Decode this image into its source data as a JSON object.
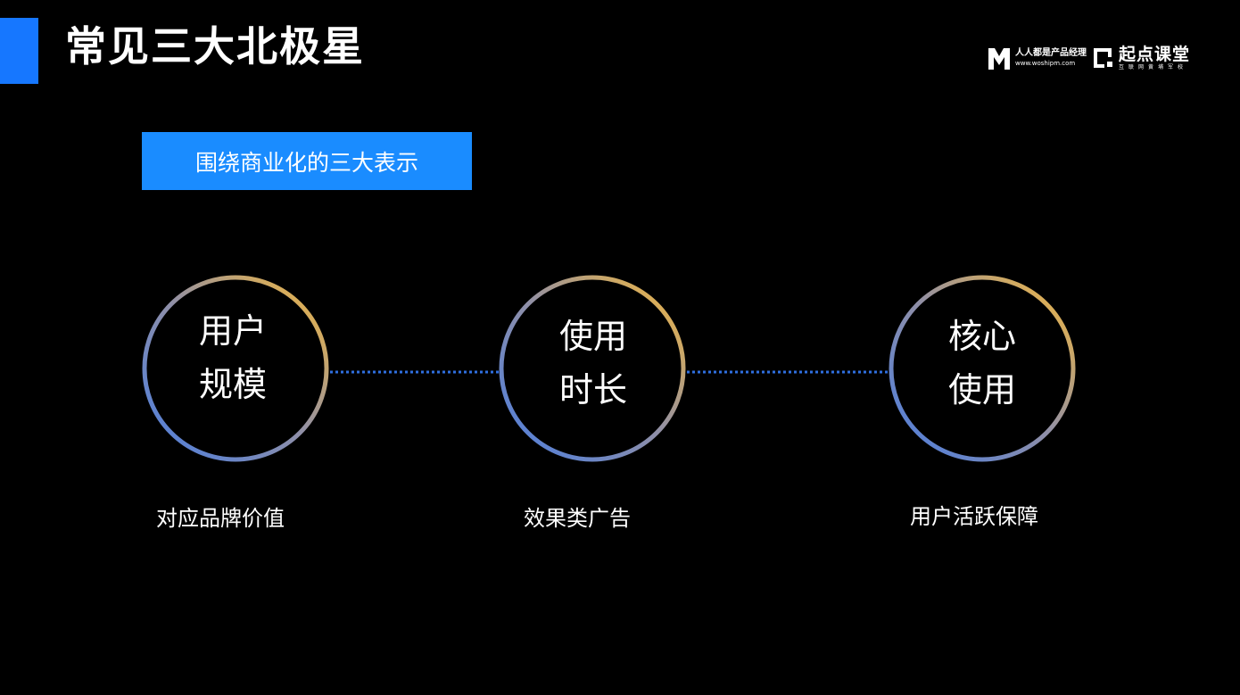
{
  "slide": {
    "title": "常见三大北极星",
    "subtitle": "围绕商业化的三大表示"
  },
  "logos": {
    "pm_name": "人人都是产品经理",
    "pm_url": "www.woshipm.com",
    "qd_name": "起点课堂",
    "qd_sub": "互联网黄埔军校"
  },
  "metrics": [
    {
      "line1": "用户",
      "line2": "规模",
      "caption": "对应品牌价值"
    },
    {
      "line1": "使用",
      "line2": "时长",
      "caption": "效果类广告"
    },
    {
      "line1": "核心",
      "line2": "使用",
      "caption": "用户活跃保障"
    }
  ],
  "colors": {
    "accent": "#1677ff",
    "subtitle_bg": "#1a8cff",
    "ring_start": "#4a7de0",
    "ring_end": "#f6b93b",
    "connector": "#2f6fe0",
    "background": "#000000"
  }
}
